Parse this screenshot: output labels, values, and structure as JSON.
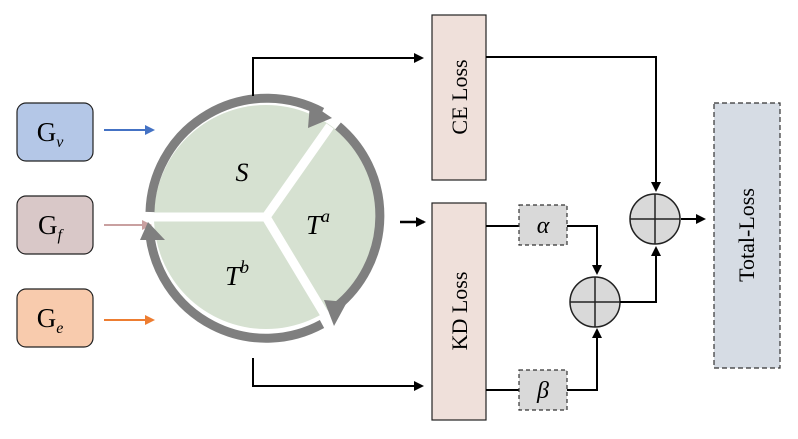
{
  "inputs": {
    "gv": {
      "base": "G",
      "sub": "v",
      "fill": "#b4c7e7",
      "arrow": "#4472c4"
    },
    "gf": {
      "base": "G",
      "sub": "f",
      "fill": "#d9c8c8",
      "arrow": "#c9a0a0"
    },
    "ge": {
      "base": "G",
      "sub": "e",
      "fill": "#f8cbad",
      "arrow": "#ed7d31"
    }
  },
  "circle": {
    "s": "S",
    "ta": {
      "base": "T",
      "sup": "a"
    },
    "tb": {
      "base": "T",
      "sup": "b"
    },
    "fill": "#d6e1d1",
    "ring": "#7f7f7f"
  },
  "losses": {
    "ce": "CE Loss",
    "kd": "KD Loss",
    "total": "Total-Loss",
    "loss_fill": "#efe0da",
    "total_fill": "#d6dce4"
  },
  "weights": {
    "alpha": "α",
    "beta": "β",
    "fill": "#d9d9d9"
  },
  "operators": {
    "fill": "#d9d9d9"
  }
}
